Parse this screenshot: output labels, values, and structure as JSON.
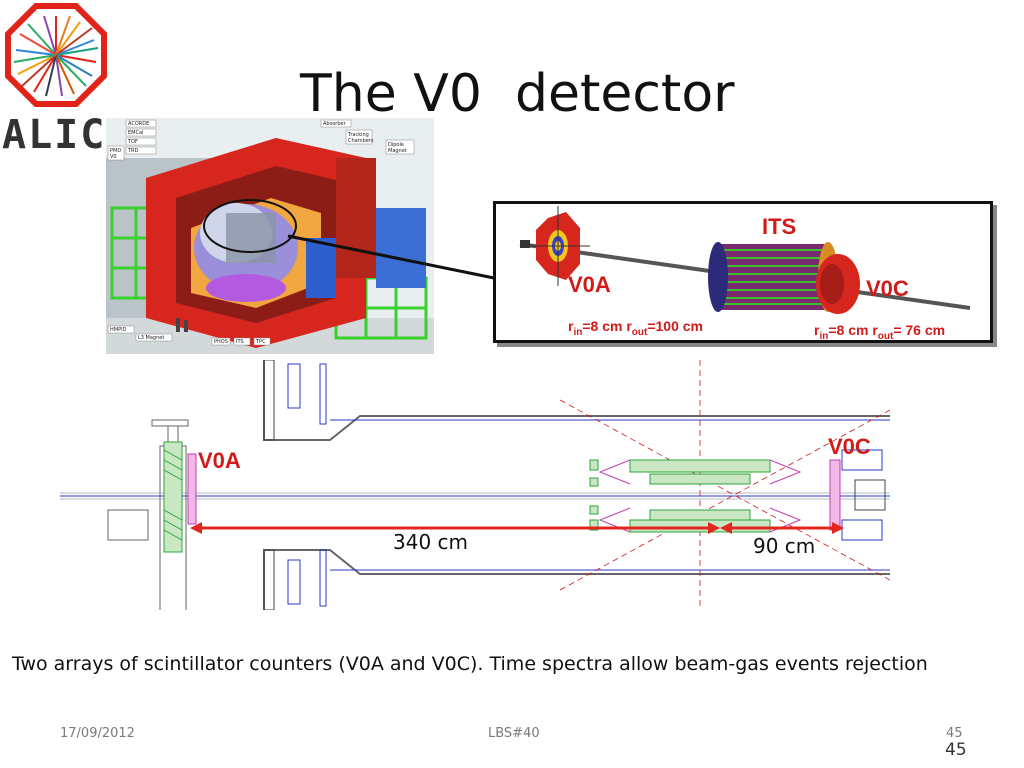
{
  "logo": {
    "text": "ALICE",
    "icon": "alice-starburst-icon"
  },
  "slide": {
    "title": "The V0  detector",
    "caption": "Two arrays of scintillator counters (V0A and V0C). Time spectra allow beam-gas events rejection"
  },
  "inset": {
    "its_label": "ITS",
    "v0a_label": "V0A",
    "v0c_label": "V0C",
    "v0a_r": {
      "r": "r",
      "in": "in",
      "eq1": "=8 cm ",
      "out": "out",
      "eq2": "=100 cm"
    },
    "v0c_r": {
      "r": "r",
      "in": "in",
      "eq1": "=8 cm ",
      "out": "out",
      "eq2": "= 76 cm"
    }
  },
  "drawing": {
    "v0a_label": "V0A",
    "v0c_label": "V0C",
    "dist_left": "340 cm",
    "dist_right": "90 cm"
  },
  "detector_labels": [
    "ACORDE",
    "EMCal",
    "TOF",
    "TRD",
    "PMD",
    "V0",
    "Absorber",
    "Tracking Chambers",
    "Dipole Magnet",
    "HMPID",
    "L3 Magnet",
    "PHOS",
    "ITS",
    "TPC"
  ],
  "footer": {
    "date": "17/09/2012",
    "center": "LBS#40",
    "page": "45",
    "page_big": "45"
  },
  "colors": {
    "accent_red": "#d11a1a",
    "logo_red": "#e2231a"
  }
}
